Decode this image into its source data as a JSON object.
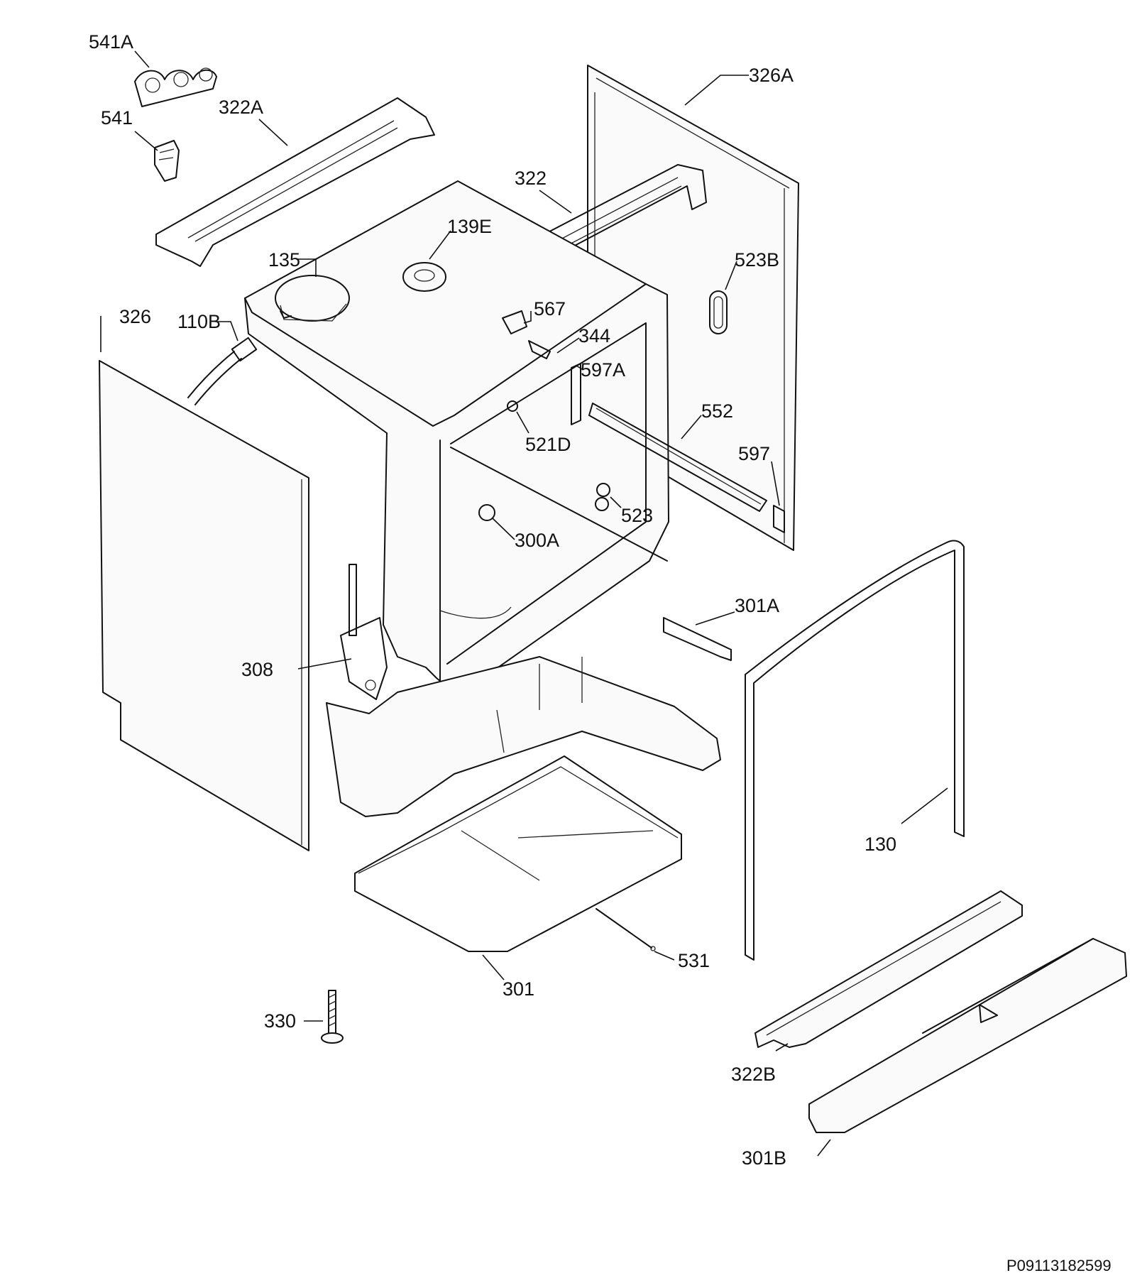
{
  "labels": {
    "p541A": "541A",
    "p541": "541",
    "p322A": "322A",
    "p326A": "326A",
    "p322": "322",
    "p139E": "139E",
    "p135": "135",
    "p523B": "523B",
    "p326": "326",
    "p110B": "110B",
    "p567": "567",
    "p344": "344",
    "p597A": "597A",
    "p552": "552",
    "p521D": "521D",
    "p597": "597",
    "p523": "523",
    "p300A": "300A",
    "p301A": "301A",
    "p308": "308",
    "p130": "130",
    "p531": "531",
    "p301": "301",
    "p330": "330",
    "p322B": "322B",
    "p301B": "301B"
  },
  "reference": "P09113182599"
}
